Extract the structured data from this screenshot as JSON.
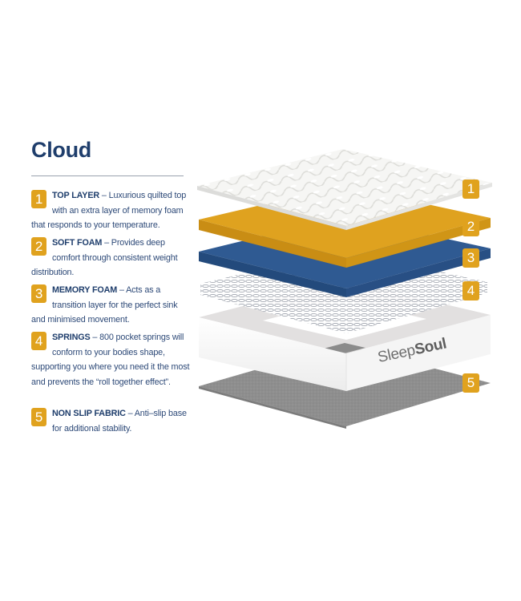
{
  "title": "Cloud",
  "features": [
    {
      "number": "1",
      "heading": "TOP LAYER",
      "separator": " – ",
      "text": "Luxurious quilted top with an extra layer of memory foam that responds to your temperature."
    },
    {
      "number": "2",
      "heading": "SOFT FOAM",
      "separator": " – ",
      "text": "Provides deep comfort through consistent weight distribution."
    },
    {
      "number": "3",
      "heading": "MEMORY FOAM",
      "separator": " – ",
      "text": "Acts as a transition layer for the perfect sink and minimised movement."
    },
    {
      "number": "4",
      "heading": "SPRINGS",
      "separator": " – ",
      "text": "800 pocket springs will conform to your bodies shape, supporting you where you need it the most and prevents the “roll together effect”."
    },
    {
      "number": "5",
      "heading": "NON SLIP FABRIC",
      "separator": " – ",
      "text": "Anti–slip base for additional stability."
    }
  ],
  "illustration": {
    "badges": [
      "1",
      "2",
      "3",
      "4",
      "5"
    ],
    "logo": {
      "part1": "Sleep",
      "part2": "Soul"
    }
  },
  "colors": {
    "title": "#1f3e6c",
    "body_text": "#2e4a78",
    "badge": "#e0a21e",
    "top_layer": "#f4f4f2",
    "soft_foam": "#dfa21f",
    "memory_foam": "#2f5a92",
    "springs": "#b9bdc6",
    "base": "#f3f3f3",
    "non_slip_fabric": "#8f8f8f"
  }
}
